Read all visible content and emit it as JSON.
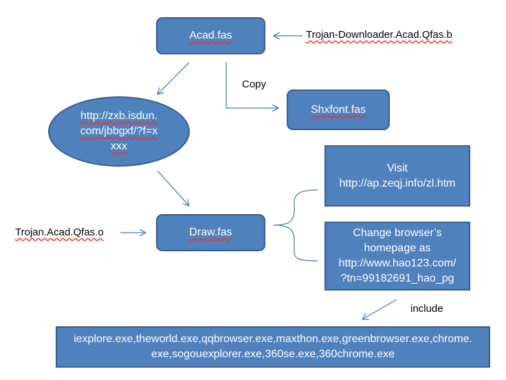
{
  "nodes": {
    "acad": "Acad.fas",
    "shxfont": "Shxfont.fas",
    "url": "http://zxb.isdun.\ncom/jbbgxf/?f=x\nxxx",
    "draw": "Draw.fas",
    "visit": "Visit\nhttp://ap.zeqj.info/zl.htm",
    "change": "Change browser’s\nhomepage as\nhttp://www.hao123.com/\n?tn=99182691_hao_pg",
    "browsers": "iexplore.exe,theworld.exe,qqbrowser.exe,maxthon.exe,greenbrowser.exe,chrome.\nexe,sogouexplorer.exe,360se.exe,360chrome.exe"
  },
  "labels": {
    "trojan_downloader": "Trojan-Downloader.Acad.Qfas.b",
    "copy": "Copy",
    "trojan_acad": "Trojan.Acad.Qfas.o",
    "include": "include"
  },
  "colors": {
    "box_fill": "#4f81bd",
    "box_border": "#385d8a",
    "arrow": "#4a7ebb"
  }
}
